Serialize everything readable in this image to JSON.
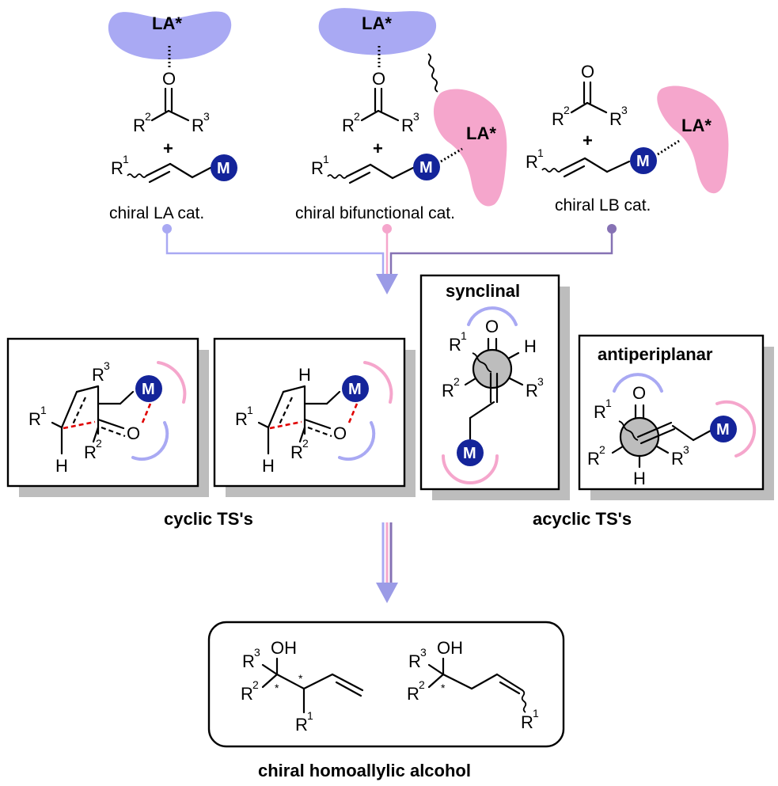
{
  "labels": {
    "la_star": "LA*",
    "oxygen": "O",
    "plus": "+",
    "metal": "M",
    "hydrogen": "H",
    "oh": "OH",
    "r": "R",
    "sup1": "1",
    "sup2": "2",
    "sup3": "3",
    "star": "*"
  },
  "catalysts": [
    {
      "caption": "chiral LA cat."
    },
    {
      "caption": "chiral bifunctional cat."
    },
    {
      "caption": "chiral LB cat."
    }
  ],
  "transition_states": {
    "synclinal_title": "synclinal",
    "antiperiplanar_title": "antiperiplanar",
    "cyclic_caption": "cyclic TS's",
    "acyclic_caption": "acyclic TS's"
  },
  "product_caption": "chiral homoallylic alcohol",
  "colors": {
    "lewis_acid_blue": "#a9a9f3",
    "lewis_pink": "#f5a6cc",
    "metal_navy": "#14249a",
    "lb_connector_purple": "#8672b4",
    "bond_red": "#e00000",
    "shadow_gray": "#bdbdbd",
    "newman_gray": "#bdbdbd"
  }
}
